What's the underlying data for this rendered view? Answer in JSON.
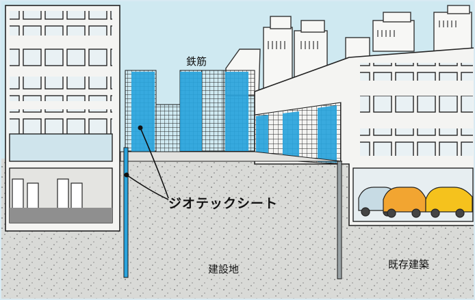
{
  "labels": {
    "rebar": "鉄筋",
    "geotech_sheet": "ジオテックシート",
    "construction_site": "建設地",
    "existing_building": "既存建築"
  },
  "colors": {
    "sky": "#cfe9f1",
    "ground": "#d9dad7",
    "sheet_blue": "#2aa4dd",
    "building": "#f4f4f2",
    "window": "#e9f1f4",
    "car_yellow": "#f5c21d",
    "car_orange": "#f2a531",
    "car_blue": "#c7dbe4"
  }
}
